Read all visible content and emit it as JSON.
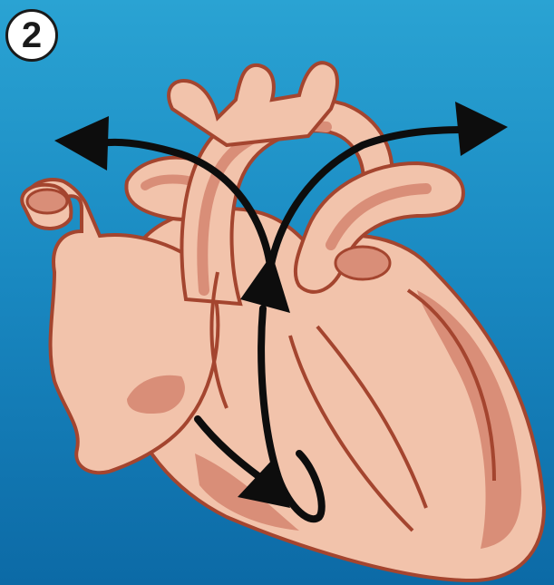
{
  "step_number": "2",
  "colors": {
    "background_top": "#2aa3d3",
    "background_bottom": "#0c6aa6",
    "heart_fill": "#f2c3ab",
    "heart_shade": "#d98e78",
    "heart_outline": "#a4452f",
    "arrow": "#0d0d0d"
  },
  "arrows": [
    {
      "name": "flow-to-left-arrow"
    },
    {
      "name": "flow-to-right-arrow"
    },
    {
      "name": "flow-up-arrow"
    },
    {
      "name": "flow-into-ventricle-arrow"
    }
  ]
}
